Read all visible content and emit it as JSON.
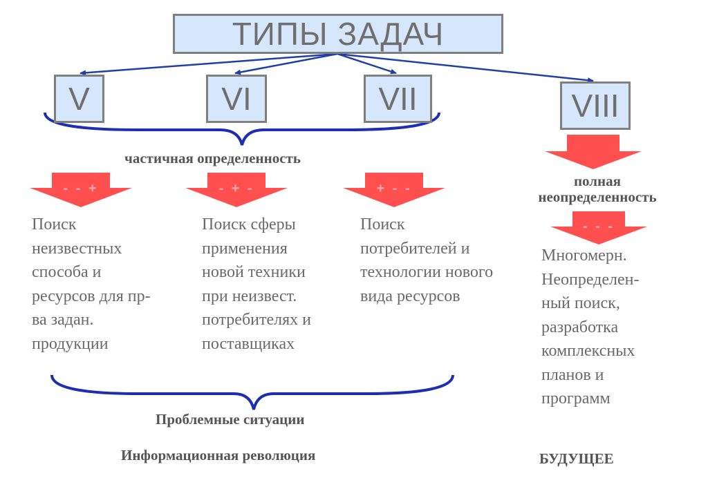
{
  "title": "ТИПЫ ЗАДАЧ",
  "types": [
    "V",
    "VI",
    "VII",
    "VIII"
  ],
  "labels": {
    "partial": "частичная определенность",
    "full_line1": "полная",
    "full_line2": "неопределенность",
    "problems": "Проблемные ситуации",
    "revolution": "Информационная революция",
    "future": "БУДУЩЕЕ"
  },
  "arrow_signs": [
    "- - +",
    "- + -",
    "+ - -",
    "- - -"
  ],
  "descriptions": [
    "Поиск\nнеизвестных\nспособа и\nресурсов для пр-\nва задан.\nпродукции",
    "Поиск сферы\nприменения\nновой техники\nпри неизвест.\nпотребителях и\nпоставщиках",
    "Поиск\nпотребителей и\nтехнологии нового\nвида ресурсов",
    "Многомерн.\nНеопределен-\nный поиск,\nразработка\nкомплексных\nпланов и\nпрограмм"
  ],
  "colors": {
    "box_fill": "#d6e6fb",
    "box_border": "#7f7f7f",
    "arrow_red": "#ff4f4f",
    "connector_blue": "#1f3fa8",
    "brace_blue": "#1c2fb4"
  }
}
